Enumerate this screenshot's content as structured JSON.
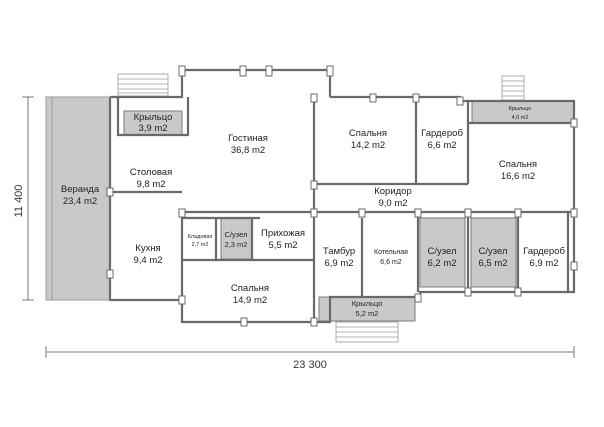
{
  "dimensions": {
    "length": "23 300",
    "width": "11 400"
  },
  "rooms": [
    {
      "name": "Крыльцо",
      "area": "3,9 m2"
    },
    {
      "name": "Гостиная",
      "area": "36,8 m2"
    },
    {
      "name": "Спальня",
      "area": "14,2 m2"
    },
    {
      "name": "Гардероб",
      "area": "6,6 m2"
    },
    {
      "name": "Крыльцо",
      "area": "4,0 m2"
    },
    {
      "name": "Спальня",
      "area": "16,6 m2"
    },
    {
      "name": "Столовая",
      "area": "9,8 m2"
    },
    {
      "name": "Веранда",
      "area": "23,4 m2"
    },
    {
      "name": "Коридор",
      "area": "9,0 m2"
    },
    {
      "name": "Кладовая",
      "area": "2,7 m2"
    },
    {
      "name": "С/узел",
      "area": "2,3 m2"
    },
    {
      "name": "Прихожая",
      "area": "5,5 m2"
    },
    {
      "name": "Тамбур",
      "area": "6,9 m2"
    },
    {
      "name": "Котельная",
      "area": "6,6 m2"
    },
    {
      "name": "С/узел",
      "area": "6,2 m2"
    },
    {
      "name": "С/узел",
      "area": "6,5 m2"
    },
    {
      "name": "Гардероб",
      "area": "6,9 m2"
    },
    {
      "name": "Кухня",
      "area": "9,4 m2"
    },
    {
      "name": "Спальня",
      "area": "14,9 m2"
    },
    {
      "name": "Крыльцо",
      "area": "5,2 m2"
    }
  ]
}
